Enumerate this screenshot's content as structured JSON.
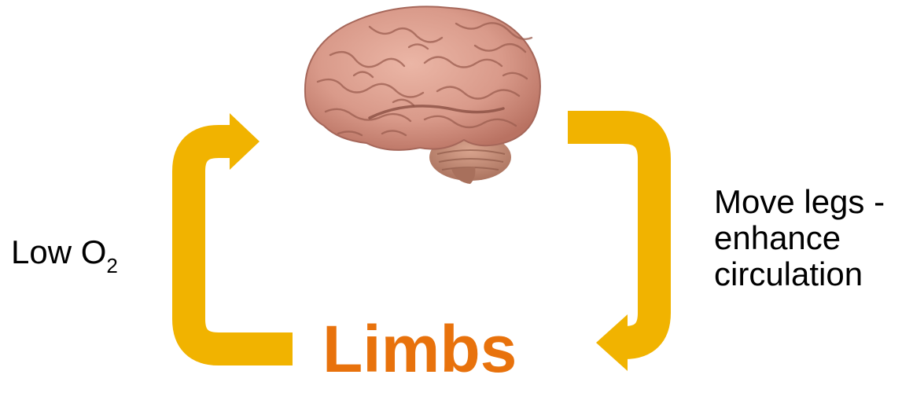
{
  "colors": {
    "arrow": "#f1b300",
    "limbs_text": "#e8720c",
    "text": "#000000",
    "brain_base": "#d99a8a",
    "brain_shadow": "#b97262",
    "cerebellum": "#c48a74"
  },
  "icons": {
    "brain": "brain-illustration"
  },
  "labels": {
    "low_o2_prefix": "Low O",
    "low_o2_subscript": "2",
    "move_line1": "Move legs -",
    "move_line2": "enhance",
    "move_line3": "circulation",
    "limbs": "Limbs"
  }
}
